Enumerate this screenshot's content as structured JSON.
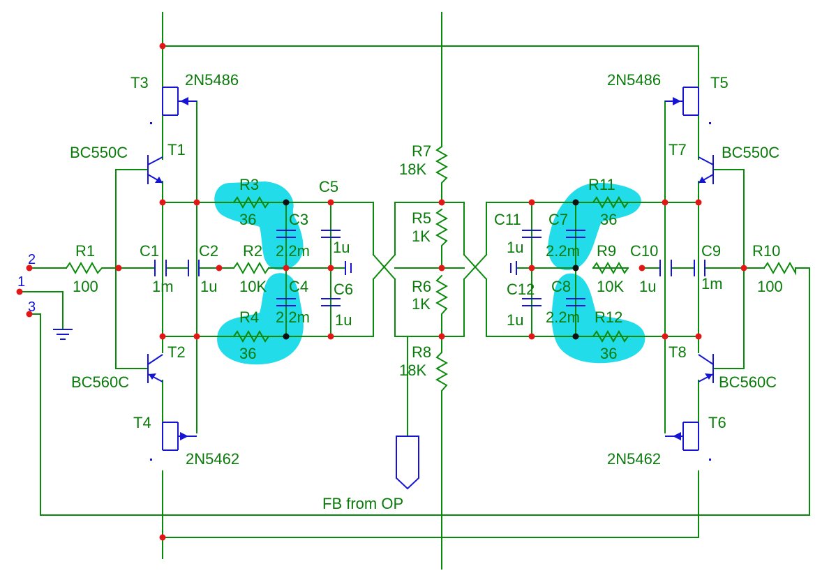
{
  "colors": {
    "wire": "#0a8a0a",
    "component": "#1414d2",
    "label": "#0a7a0a",
    "pin_label": "#1414d2",
    "junction_red": "#e01818",
    "junction_black": "#111111",
    "highlight": "#22dcea"
  },
  "pins": {
    "p1": "1",
    "p2": "2",
    "p3": "3"
  },
  "transistors": {
    "T1": {
      "ref": "T1",
      "part": "BC550C"
    },
    "T2": {
      "ref": "T2",
      "part": "BC560C"
    },
    "T3": {
      "ref": "T3",
      "part": "2N5486"
    },
    "T4": {
      "ref": "T4",
      "part": "2N5462"
    },
    "T5": {
      "ref": "T5",
      "part": "2N5486"
    },
    "T6": {
      "ref": "T6",
      "part": "2N5462"
    },
    "T7": {
      "ref": "T7",
      "part": "BC550C"
    },
    "T8": {
      "ref": "T8",
      "part": "BC560C"
    }
  },
  "resistors": {
    "R1": {
      "ref": "R1",
      "value": "100"
    },
    "R2": {
      "ref": "R2",
      "value": "10K"
    },
    "R3": {
      "ref": "R3",
      "value": "36"
    },
    "R4": {
      "ref": "R4",
      "value": "36"
    },
    "R5": {
      "ref": "R5",
      "value": "1K"
    },
    "R6": {
      "ref": "R6",
      "value": "1K"
    },
    "R7": {
      "ref": "R7",
      "value": "18K"
    },
    "R8": {
      "ref": "R8",
      "value": "18K"
    },
    "R9": {
      "ref": "R9",
      "value": "10K"
    },
    "R10": {
      "ref": "R10",
      "value": "100"
    },
    "R11": {
      "ref": "R11",
      "value": "36"
    },
    "R12": {
      "ref": "R12",
      "value": "36"
    }
  },
  "capacitors": {
    "C1": {
      "ref": "C1",
      "value": "1m"
    },
    "C2": {
      "ref": "C2",
      "value": "1u"
    },
    "C3": {
      "ref": "C3",
      "value": "2.2m"
    },
    "C4": {
      "ref": "C4",
      "value": "2.2m"
    },
    "C5": {
      "ref": "C5",
      "value": "1u"
    },
    "C6": {
      "ref": "C6",
      "value": "1u"
    },
    "C7": {
      "ref": "C7",
      "value": "2.2m"
    },
    "C8": {
      "ref": "C8",
      "value": "2.2m"
    },
    "C9": {
      "ref": "C9",
      "value": "1m"
    },
    "C10": {
      "ref": "C10",
      "value": "1u"
    },
    "C11": {
      "ref": "C11",
      "value": "1u"
    },
    "C12": {
      "ref": "C12",
      "value": "1u"
    }
  },
  "feedback_label": "FB from OP"
}
